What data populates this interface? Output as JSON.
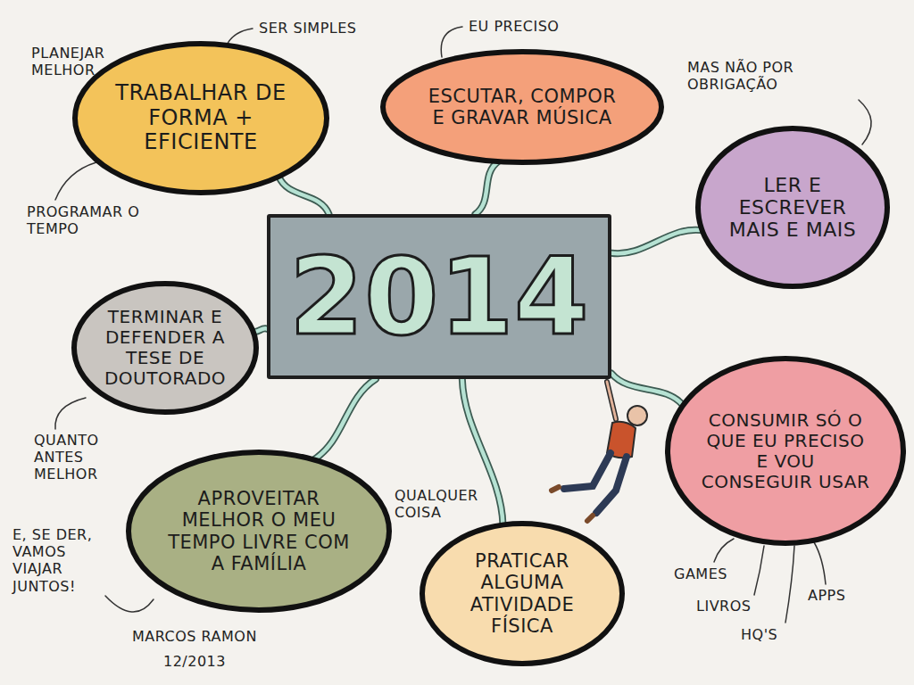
{
  "diagram": {
    "nodes": [
      {
        "text": [
          "TRABALHAR DE FORMA + EFICIENTE"
        ]
      },
      {
        "text": [
          "ESCUTAR, COMPOR E GRAVAR MÚSICA"
        ]
      },
      {
        "text": [
          "LER E ESCREVER MAIS E MAIS"
        ]
      },
      {
        "text": [
          "2014"
        ]
      },
      {
        "text": [
          "TERMINAR E DEFENDER A TESE DE DOUTORADO"
        ]
      },
      {
        "text": [
          "CONSUMIR SÓ O QUE EU PRECISO E VOU CONSEGUIR USAR"
        ]
      },
      {
        "text": [
          "APROVEITAR MELHOR O MEU TEMPO LIVRE COM A FAMÍLIA"
        ]
      },
      {
        "text": [
          "PRATICAR ALGUMA ATIVIDADE FÍSICA"
        ]
      }
    ],
    "edges": [
      {
        "from": 3,
        "to": 0,
        "arrow": "none"
      },
      {
        "from": 3,
        "to": 1,
        "arrow": "none"
      },
      {
        "from": 3,
        "to": 2,
        "arrow": "none"
      },
      {
        "from": 3,
        "to": 4,
        "arrow": "none"
      },
      {
        "from": 3,
        "to": 5,
        "arrow": "none"
      },
      {
        "from": 3,
        "to": 6,
        "arrow": "none"
      },
      {
        "from": 3,
        "to": 7,
        "arrow": "none"
      }
    ],
    "labels": [
      "PLANEJAR MELHOR",
      "SER SIMPLES",
      "PROGRAMAR O TEMPO",
      "EU PRECISO",
      "MAS NÃO POR OBRIGAÇÃO",
      "QUANTO ANTES MELHOR",
      "E, SE DER, VAMOS VIAJAR JUNTOS!",
      "QUALQUER COISA",
      "GAMES",
      "LIVROS",
      "HQ'S",
      "APPS",
      "MARCOS RAMON",
      "12/2013"
    ]
  }
}
